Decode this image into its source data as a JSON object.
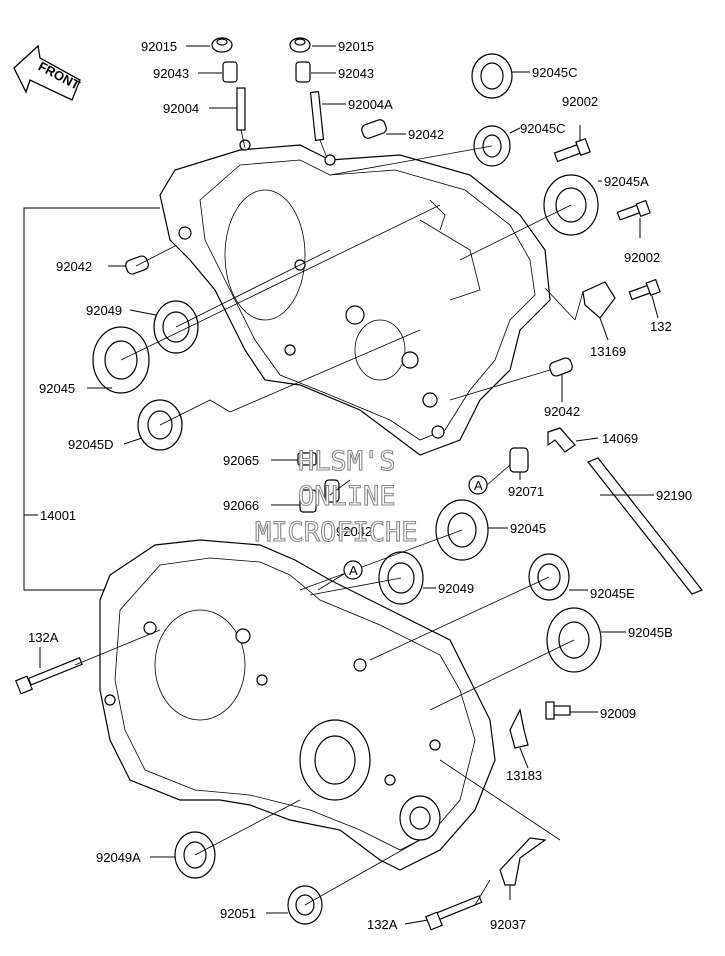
{
  "labels": {
    "l92015a": "92015",
    "l92015b": "92015",
    "l92043a": "92043",
    "l92043b": "92043",
    "l92045c1": "92045C",
    "l92004": "92004",
    "l92004a": "92004A",
    "l92002a": "92002",
    "l92042a": "92042",
    "l92045c2": "92045C",
    "l92045a": "92045A",
    "l92042b": "92042",
    "l92002b": "92002",
    "l92049": "92049",
    "l132": "132",
    "l13169": "13169",
    "l92045": "92045",
    "l92042c": "92042",
    "l92045d": "92045D",
    "l14069": "14069",
    "l92065": "92065",
    "l92190": "92190",
    "l92071": "92071",
    "l92066": "92066",
    "l14001": "14001",
    "l92042d": "92042",
    "l92045b2": "92045",
    "l92049b": "92049",
    "l92045e": "92045E",
    "l132a": "132A",
    "l92045bb": "92045B",
    "l92009": "92009",
    "l13183": "13183",
    "l92049a": "92049A",
    "l92051": "92051",
    "l132a2": "132A",
    "l92037": "92037",
    "refA1": "A",
    "refA2": "A",
    "front": "FRONT"
  },
  "watermark": {
    "line1": "HLSM'S",
    "line2": "ONLINE",
    "line3": "MICROFICHE"
  }
}
